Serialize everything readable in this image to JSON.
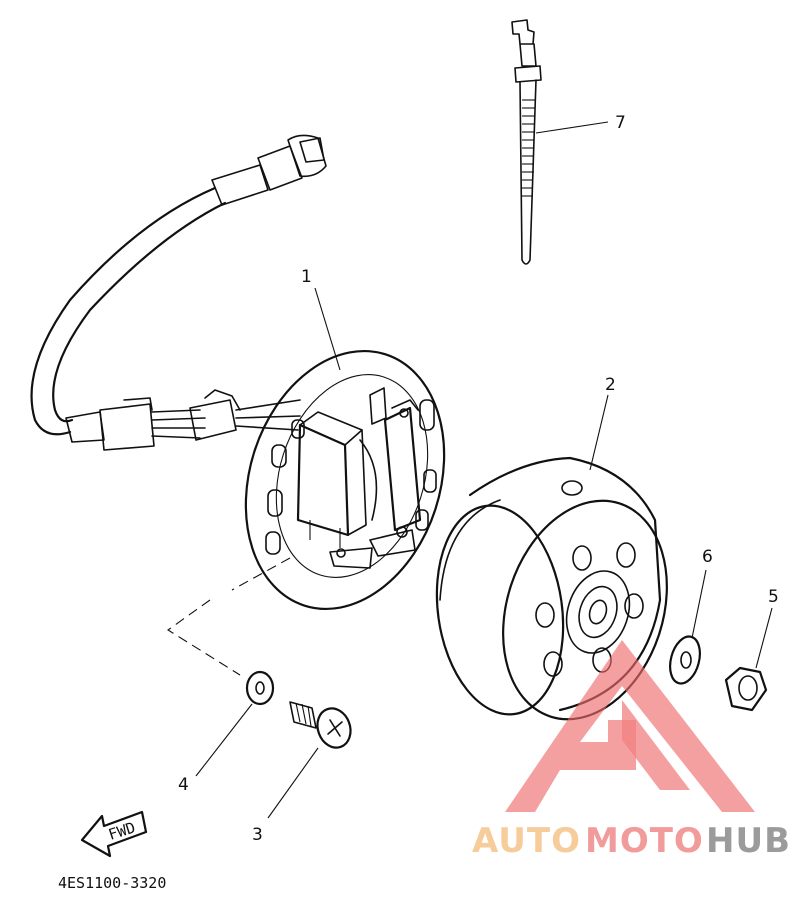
{
  "parts": [
    {
      "callout": "1"
    },
    {
      "callout": "2"
    },
    {
      "callout": "3"
    },
    {
      "callout": "4"
    },
    {
      "callout": "5"
    },
    {
      "callout": "6"
    },
    {
      "callout": "7"
    }
  ],
  "fwd_label": "FWD",
  "drawing_code": "4ES1100-3320",
  "watermark": {
    "part1": "AUTO",
    "part2": "MOTO",
    "part3": "HUB",
    "colors": {
      "auto": "#f5c48a",
      "moto": "#f08a8a",
      "hub": "#8a8a8a",
      "logo": "#ef6b6b"
    }
  }
}
